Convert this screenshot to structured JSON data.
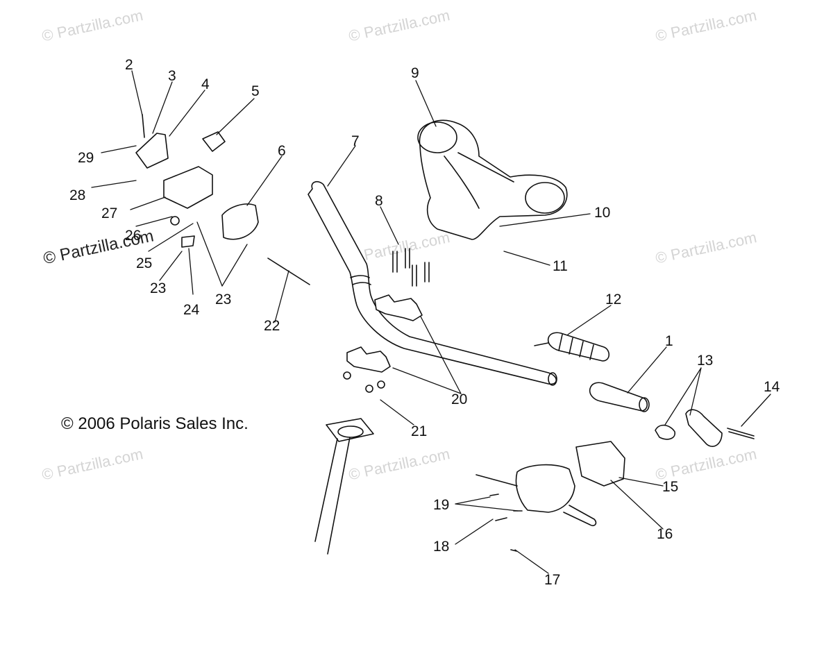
{
  "diagram": {
    "copyright": "© 2006 Polaris Sales Inc.",
    "watermark": "© Partzilla.com",
    "callouts": [
      "1",
      "2",
      "3",
      "4",
      "5",
      "6",
      "7",
      "8",
      "9",
      "10",
      "11",
      "12",
      "13",
      "14",
      "15",
      "16",
      "17",
      "18",
      "19",
      "20",
      "21",
      "22",
      "23",
      "23",
      "24",
      "25",
      "26",
      "27",
      "28",
      "29"
    ]
  }
}
